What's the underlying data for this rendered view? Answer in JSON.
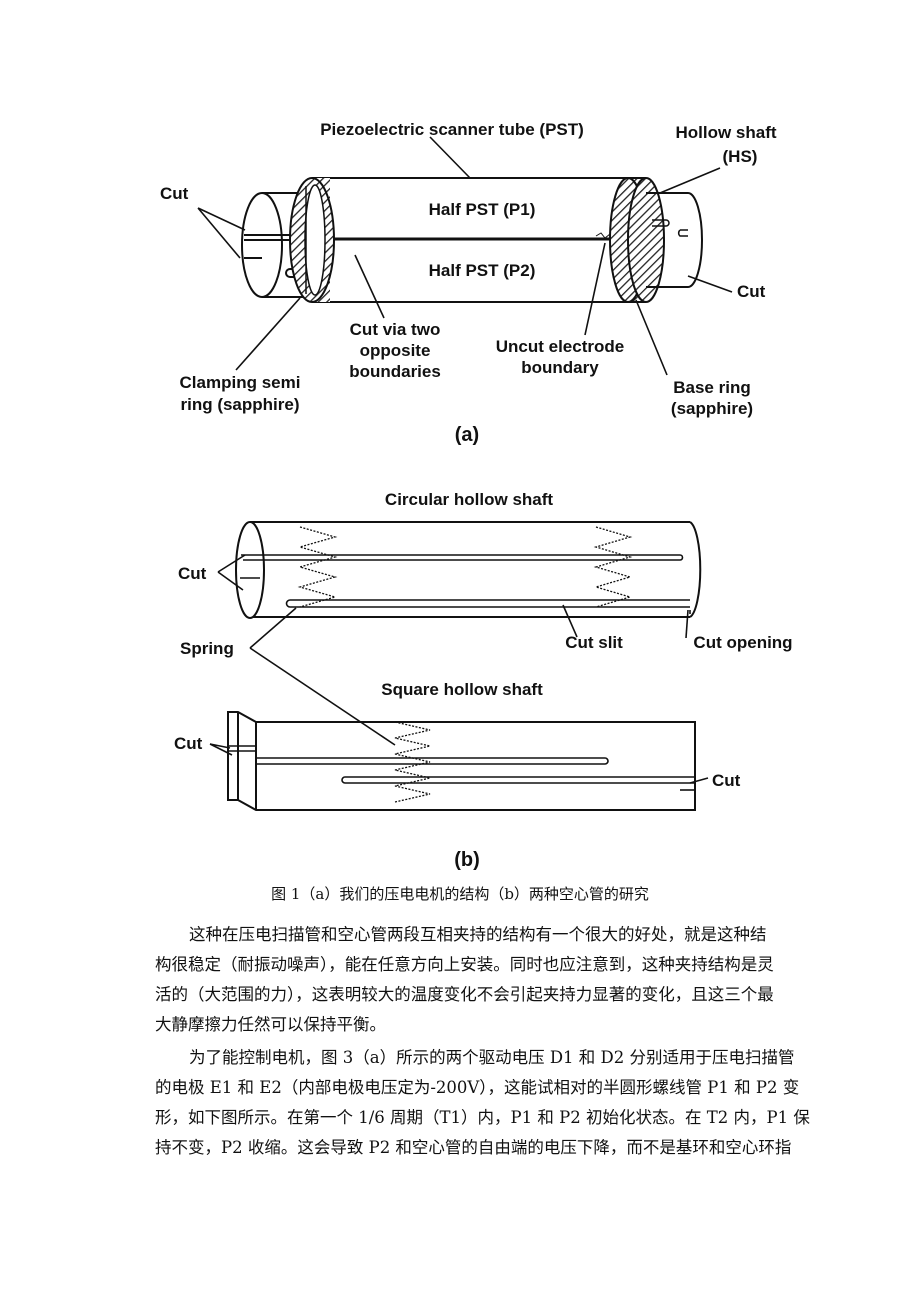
{
  "figure_a": {
    "labels": {
      "pst": "Piezoelectric scanner tube (PST)",
      "hollow_shaft_1": "Hollow shaft",
      "hollow_shaft_2": "(HS)",
      "cut_left": "Cut",
      "half_p1": "Half PST (P1)",
      "half_p2": "Half PST (P2)",
      "cut_right": "Cut",
      "cut_via_1": "Cut via two",
      "cut_via_2": "opposite",
      "cut_via_3": "boundaries",
      "uncut_1": "Uncut electrode",
      "uncut_2": "boundary",
      "clamp_1": "Clamping semi",
      "clamp_2": "ring (sapphire)",
      "base_1": "Base ring",
      "base_2": "(sapphire)",
      "panel": "(a)"
    }
  },
  "figure_b": {
    "labels": {
      "circular_title": "Circular hollow shaft",
      "cut_left": "Cut",
      "spring": "Spring",
      "cut_slit": "Cut slit",
      "cut_opening": "Cut opening",
      "square_title": "Square hollow shaft",
      "cut_square_left": "Cut",
      "cut_square_right": "Cut",
      "panel": "(b)"
    }
  },
  "caption": "图 1（a）我们的压电电机的结构（b）两种空心管的研究",
  "paragraph1": [
    "这种在压电扫描管和空心管两段互相夹持的结构有一个很大的好处，就是这种结",
    "构很稳定（耐振动噪声），能在任意方向上安装。同时也应注意到，这种夹持结构是灵",
    "活的（大范围的力），这表明较大的温度变化不会引起夹持力显著的变化，且这三个最",
    "大静摩擦力任然可以保持平衡。"
  ],
  "paragraph2": [
    "为了能控制电机，图 3（a）所示的两个驱动电压 D1 和 D2 分别适用于压电扫描管",
    "的电极 E1 和 E2（内部电极电压定为-200V），这能试相对的半圆形螺线管 P1 和 P2 变",
    "形，如下图所示。在第一个 1/6 周期（T1）内，P1 和 P2 初始化状态。在 T2 内，P1 保",
    "持不变，P2 收缩。这会导致 P2 和空心管的自由端的电压下降，而不是基环和空心环指"
  ]
}
